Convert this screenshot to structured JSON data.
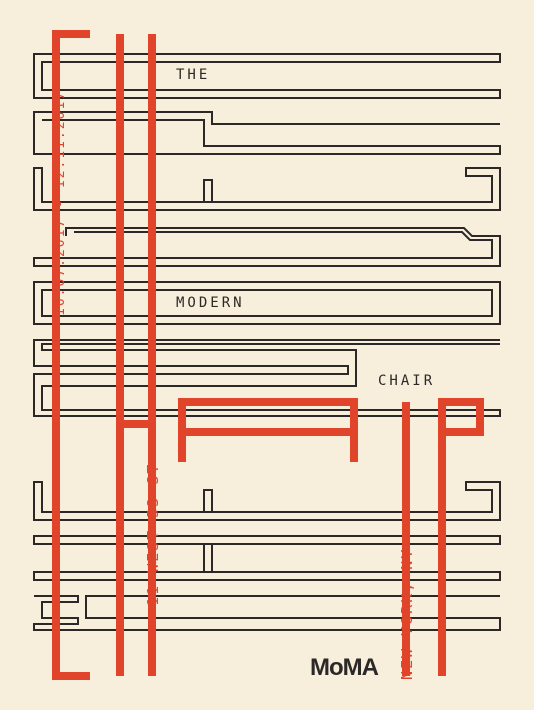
{
  "poster": {
    "title_the": "THE",
    "title_modern": "MODERN",
    "title_chair": "CHAIR",
    "dates": "10.07.2017 - 12.11.2017",
    "address": "11 WEST 53 ST",
    "city": "NEW YORK, NY",
    "logo": "MoMA"
  },
  "colors": {
    "background": "#f7efdc",
    "ink": "#2b2827",
    "accent": "#e0442a"
  }
}
